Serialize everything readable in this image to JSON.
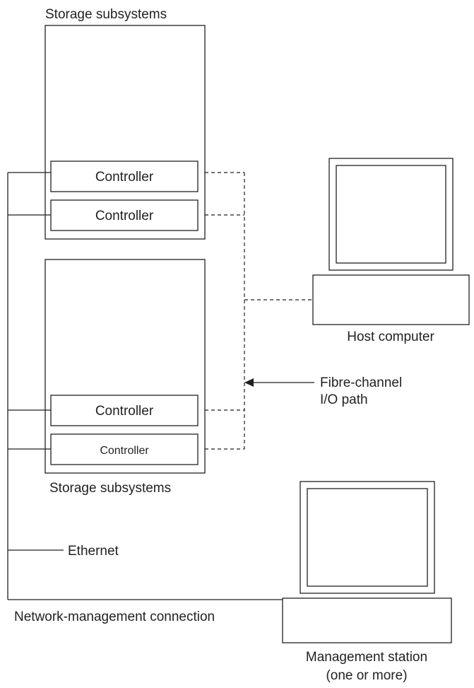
{
  "labels": {
    "storage_top": "Storage subsystems",
    "storage_bottom": "Storage subsystems",
    "host_computer": "Host computer",
    "fibre_line1": "Fibre-channel",
    "fibre_line2": "I/O path",
    "ethernet": "Ethernet",
    "network_connection": "Network-management connection",
    "management_line1": "Management station",
    "management_line2": "(one or more)"
  },
  "controllers": {
    "top_1": "Controller",
    "top_2": "Controller",
    "bottom_1": "Controller",
    "bottom_2": "Controller"
  }
}
